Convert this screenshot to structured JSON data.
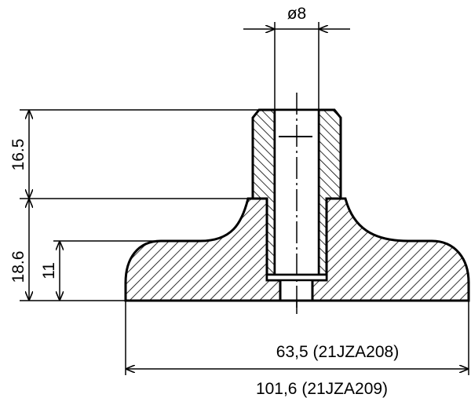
{
  "drawing": {
    "diameter_label": "ø8",
    "height_upper_label": "16.5",
    "height_total_label": "18.6",
    "height_base_label": "11",
    "width_small_label": "63,5 (21JZA208)",
    "width_large_label": "101,6 (21JZA209)"
  },
  "colors": {
    "line": "#000000",
    "background": "#ffffff"
  }
}
